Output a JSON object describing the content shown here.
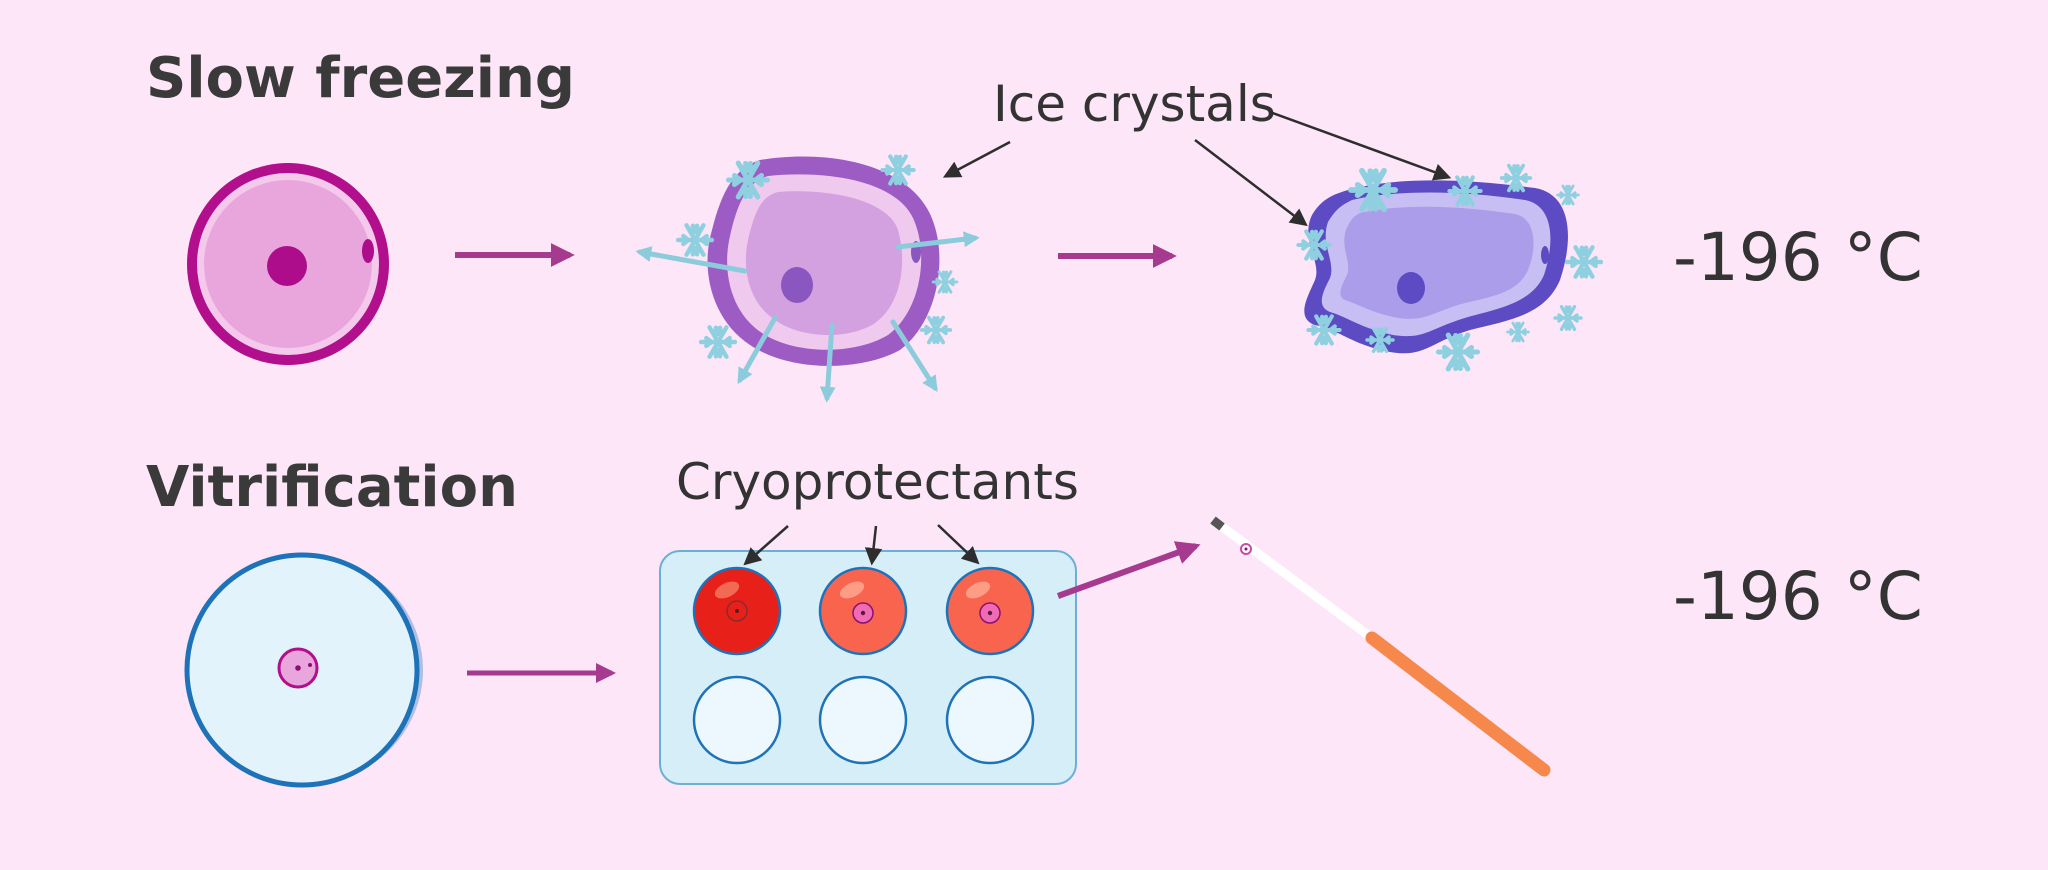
{
  "sections": {
    "slow_freezing": {
      "title": "Slow freezing",
      "annotation": "Ice crystals",
      "temperature": "-196 °C"
    },
    "vitrification": {
      "title": "Vitrification",
      "annotation": "Cryoprotectants",
      "temperature": "-196 °C"
    }
  },
  "colors": {
    "background": "#fde6f7",
    "arrow": "#a63a8f",
    "water_outflow": "#8ccbdc",
    "ice": "#8fd0e0",
    "oocyte_fresh": "#e9a6dc",
    "oocyte_border": "#b10f8c",
    "oocyte_dehydrated": "#d3a0e0",
    "oocyte_frozen": "#ab9de9",
    "frozen_border": "#5c4bc2",
    "dish_border": "#1d72b8",
    "dish_fill": "#e3f3fb",
    "well_red": "#e8201a",
    "well_orange": "#f8644e",
    "straw_handle": "#f5884a"
  },
  "icons": [
    "snowflake-icon",
    "arrow-right-icon",
    "straw-icon"
  ]
}
